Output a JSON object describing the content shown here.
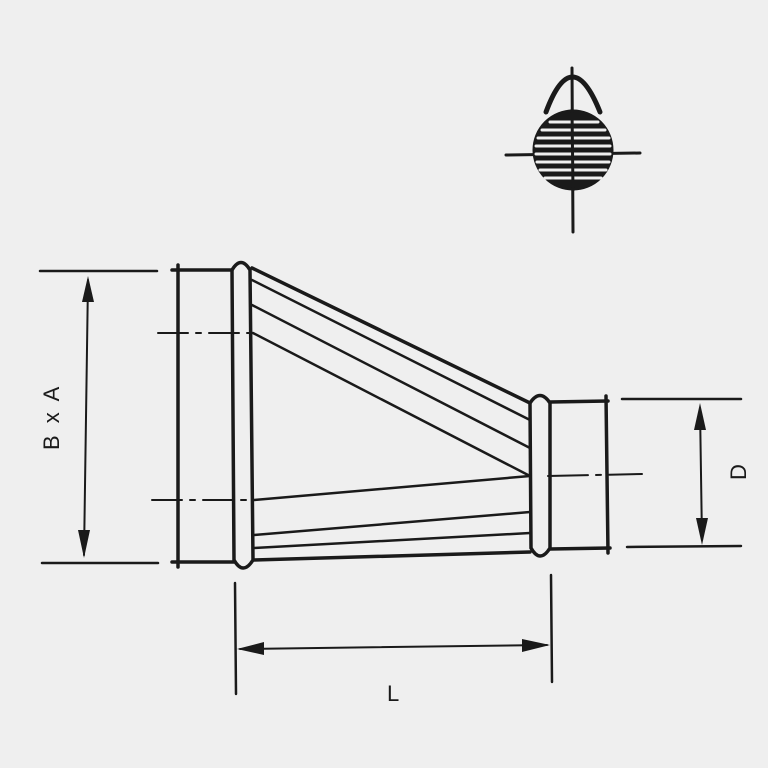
{
  "diagram": {
    "type": "technical-drawing",
    "subject": "rectangular-to-round duct reducer (eccentric transition)",
    "colors": {
      "background": "#efefef",
      "ink": "#1a1a1a"
    },
    "labels": {
      "inlet_dimension": "B x A",
      "outlet_dimension": "D",
      "length_dimension": "L"
    },
    "symbol": {
      "name": "section-symbol",
      "description": "hatched circle with arch and crosshair centerlines"
    }
  }
}
